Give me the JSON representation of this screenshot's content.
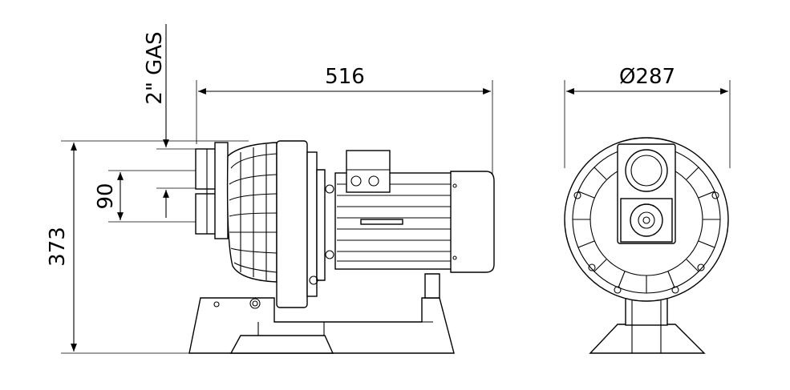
{
  "dimensions": {
    "overall_length": "516",
    "overall_height": "373",
    "port_spacing": "90",
    "port_size": "2\" GAS",
    "diameter": "Ø287"
  },
  "views": [
    "side-view",
    "front-view"
  ],
  "colors": {
    "line": "#000000",
    "background": "#ffffff"
  }
}
